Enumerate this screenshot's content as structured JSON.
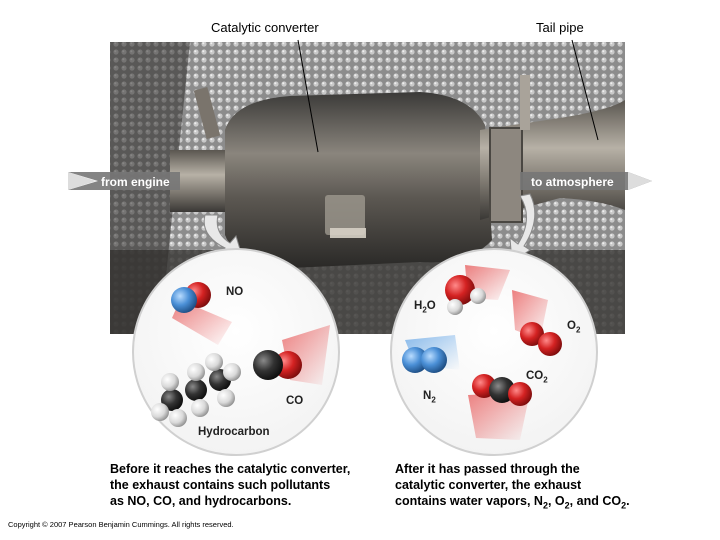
{
  "labels": {
    "catalytic_converter": "Catalytic converter",
    "tail_pipe": "Tail pipe",
    "from_engine": "from engine",
    "to_atmosphere": "to atmosphere"
  },
  "before": {
    "molecules": {
      "no": "NO",
      "co": "CO",
      "hydrocarbon": "Hydrocarbon"
    },
    "caption": {
      "line1": "Before it reaches the catalytic converter,",
      "line2": "the exhaust contains such pollutants",
      "line3": "as NO, CO, and hydrocarbons."
    }
  },
  "after": {
    "molecules": {
      "h2o_main": "H",
      "h2o_sub": "2",
      "h2o_end": "O",
      "o2_main": "O",
      "o2_sub": "2",
      "co2_main": "CO",
      "co2_sub": "2",
      "n2_main": "N",
      "n2_sub": "2"
    },
    "caption": {
      "line1": "After it has passed through the",
      "line2": "catalytic converter, the exhaust",
      "line3_a": "contains water vapors, N",
      "line3_sub1": "2",
      "line3_b": ", O",
      "line3_sub2": "2",
      "line3_c": ", and CO",
      "line3_sub3": "2",
      "line3_d": "."
    }
  },
  "copyright": "Copyright © 2007 Pearson Benjamin Cummings.  All rights reserved.",
  "colors": {
    "oxygen": "#d42222",
    "nitrogen": "#4a8fd6",
    "carbon": "#333333",
    "hydrogen": "#e8e8e8",
    "heat_shield": "#9a9a9a",
    "pipe": "#6e6a64"
  }
}
